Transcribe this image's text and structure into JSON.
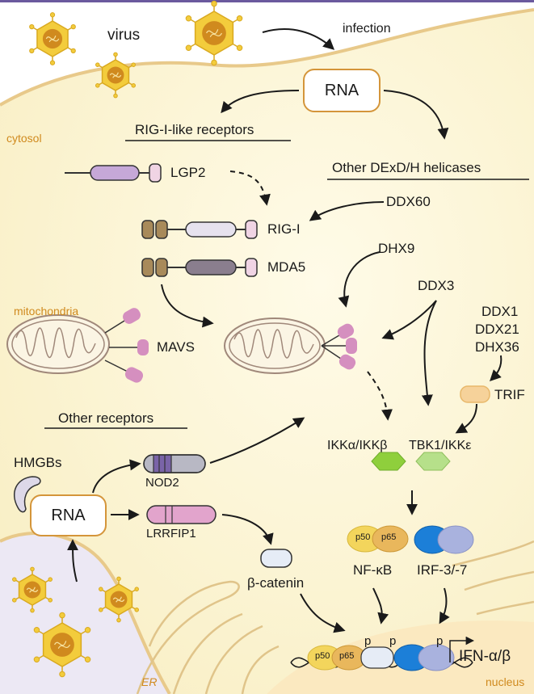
{
  "labels": {
    "virus": "virus",
    "infection": "infection",
    "rna_top": "RNA",
    "cytosol": "cytosol",
    "rlr_header": "RIG-I-like receptors",
    "dexdh_header": "Other DExD/H helicases",
    "lgp2": "LGP2",
    "rigi": "RIG-I",
    "mda5": "MDA5",
    "ddx60": "DDX60",
    "dhx9": "DHX9",
    "ddx3": "DDX3",
    "ddx1": "DDX1",
    "ddx21": "DDX21",
    "dhx36": "DHX36",
    "mitochondria": "mitochondria",
    "mavs": "MAVS",
    "trif": "TRIF",
    "other_receptors": "Other receptors",
    "hmgbs": "HMGBs",
    "rna_bottom": "RNA",
    "nod2": "NOD2",
    "lrrfip1": "LRRFIP1",
    "beta_catenin": "β-catenin",
    "ikk": "IKKα/IKKβ",
    "tbk1": "TBK1/IKKε",
    "p50": "p50",
    "p65": "p65",
    "nfkb": "NF-κB",
    "irf": "IRF-3/-7",
    "er": "ER",
    "nucleus": "nucleus",
    "p": "p",
    "ifn": "IFN-α/β"
  },
  "colors": {
    "cytosol_bg": "#fdf7d9",
    "membrane": "#e8c98a",
    "organelle": "#a0887a",
    "mito_pink": "#d58fbf",
    "virus_yellow": "#f3cc3c",
    "virus_core": "#d08a1e",
    "helicase_brown": "#a88a5a",
    "lgp2_purple": "#c6a8d8",
    "mda5_grey": "#8a7e8e",
    "nfkb_yellow": "#f3d55c",
    "irf_blue": "#1c7fd8",
    "irf_lilac": "#a9b2de",
    "hex_green": "#8fcf3c",
    "trif_orange": "#f6d29a",
    "orange_text": "#d08a1e"
  }
}
